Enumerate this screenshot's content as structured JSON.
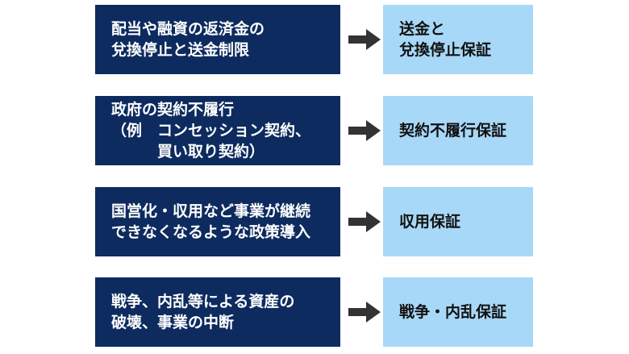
{
  "colors": {
    "risk_box": "#0d2b5e",
    "guarantee_box": "#a8d8f8",
    "arrow": "#333333"
  },
  "rows": [
    {
      "risk": "配当や融資の返済金の\n兌換停止と送金制限",
      "guarantee": "送金と\n兌換停止保証"
    },
    {
      "risk": "政府の契約不履行\n（例　コンセッション契約、\n　　　買い取り契約）",
      "guarantee": "契約不履行保証"
    },
    {
      "risk": "国営化・収用など事業が継続\nできなくなるような政策導入",
      "guarantee": "収用保証"
    },
    {
      "risk": "戦争、内乱等による資産の\n破壊、事業の中断",
      "guarantee": "戦争・内乱保証"
    }
  ]
}
